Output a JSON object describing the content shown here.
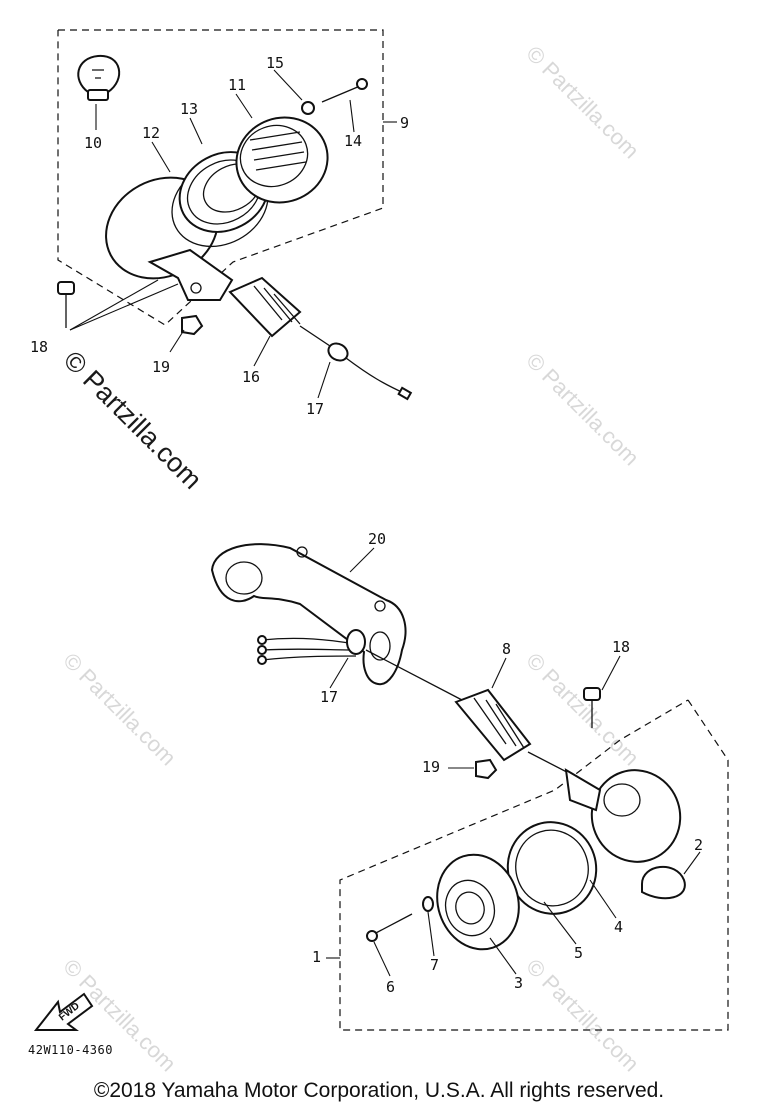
{
  "callouts": {
    "upper": [
      "9",
      "10",
      "11",
      "12",
      "13",
      "14",
      "15",
      "16",
      "17",
      "18",
      "19"
    ],
    "lower": [
      "20",
      "8",
      "17",
      "18",
      "19",
      "2",
      "1",
      "6",
      "7",
      "3",
      "5",
      "4"
    ]
  },
  "fwd_label": "FWD",
  "part_code": "42W110-4360",
  "watermark": {
    "text": "© Partzilla.com"
  },
  "copyright": "©2018 Yamaha Motor Corporation, U.S.A. All rights reserved."
}
